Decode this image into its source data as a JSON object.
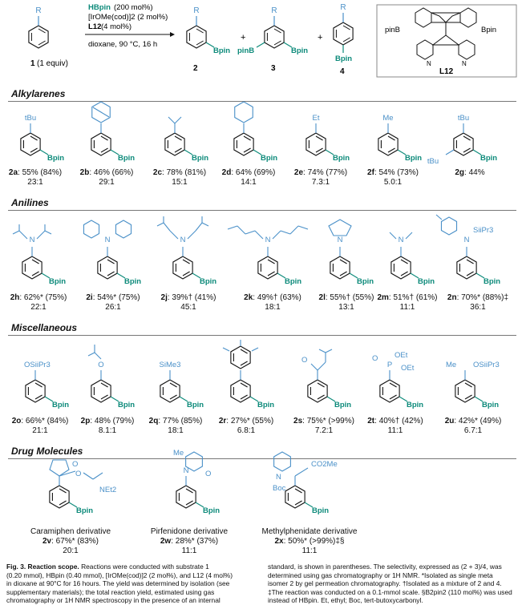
{
  "scheme": {
    "substituent": "R",
    "cond1_reagent": "HBpin",
    "cond1_amount": "(200 mol%)",
    "cond2": "[IrOMe(cod)]2 (2 mol%)",
    "cond3_ligand": "L12",
    "cond3_amount": "(4 mol%)",
    "cond4": "dioxane, 90 °C, 16 h",
    "sm_label": "1",
    "sm_equiv": "(1 equiv)",
    "p2": "2",
    "p3": "3",
    "p4": "4",
    "plus": "+",
    "bpin": "Bpin",
    "pinb": "pinB",
    "ligand": "L12"
  },
  "sections": {
    "alkyl": "Alkylarenes",
    "anilines": "Anilines",
    "misc": "Miscellaneous",
    "drugs": "Drug Molecules"
  },
  "subst": {
    "tbu": "tBu",
    "et": "Et",
    "me": "Me",
    "n": "N",
    "tips": "SiiPr3",
    "otips": "OSiiPr3",
    "o": "O",
    "sime3": "SiMe3",
    "p": "P",
    "oet": "OEt",
    "co2me": "CO2Me",
    "boc": "Boc",
    "net2": "NEt2"
  },
  "compounds": [
    {
      "id": "2a",
      "yield": ": 55% (84%)",
      "ratio": "23:1"
    },
    {
      "id": "2b",
      "yield": ": 46% (66%)",
      "ratio": "29:1"
    },
    {
      "id": "2c",
      "yield": ": 78% (81%)",
      "ratio": "15:1"
    },
    {
      "id": "2d",
      "yield": ": 64% (69%)",
      "ratio": "14:1"
    },
    {
      "id": "2e",
      "yield": ": 74% (77%)",
      "ratio": "7.3:1"
    },
    {
      "id": "2f",
      "yield": ": 54% (73%)",
      "ratio": "5.0:1"
    },
    {
      "id": "2g",
      "yield": ": 44%",
      "ratio": ""
    },
    {
      "id": "2h",
      "yield": ": 62%* (75%)",
      "ratio": "22:1"
    },
    {
      "id": "2i",
      "yield": ": 54%* (75%)",
      "ratio": "26:1"
    },
    {
      "id": "2j",
      "yield": ": 39%† (41%)",
      "ratio": "45:1"
    },
    {
      "id": "2k",
      "yield": ": 49%† (63%)",
      "ratio": "18:1"
    },
    {
      "id": "2l",
      "yield": ": 55%† (55%)",
      "ratio": "13:1"
    },
    {
      "id": "2m",
      "yield": ": 51%† (61%)",
      "ratio": "11:1"
    },
    {
      "id": "2n",
      "yield": ": 70%* (88%)‡",
      "ratio": "36:1"
    },
    {
      "id": "2o",
      "yield": ": 66%* (84%)",
      "ratio": "21:1"
    },
    {
      "id": "2p",
      "yield": ": 48% (79%)",
      "ratio": "8.1:1"
    },
    {
      "id": "2q",
      "yield": ": 77% (85%)",
      "ratio": "18:1"
    },
    {
      "id": "2r",
      "yield": ": 27%* (55%)",
      "ratio": "6.8:1"
    },
    {
      "id": "2s",
      "yield": ": 75%* (>99%)",
      "ratio": "7.2:1"
    },
    {
      "id": "2t",
      "yield": ": 40%† (42%)",
      "ratio": "11:1"
    },
    {
      "id": "2u",
      "yield": ": 42%* (49%)",
      "ratio": "6.7:1"
    },
    {
      "id": "2v",
      "name": "Caramiphen derivative",
      "yield": ": 67%* (83%)",
      "ratio": "20:1"
    },
    {
      "id": "2w",
      "name": "Pirfenidone derivative",
      "yield": ": 28%* (37%)",
      "ratio": "11:1"
    },
    {
      "id": "2x",
      "name": "Methylphenidate derivative",
      "yield": ": 50%* (>99%)‡§",
      "ratio": "11:1"
    }
  ],
  "caption": {
    "fig": "Fig. 3. Reaction scope.",
    "col1": [
      "Reactions were conducted with substrate 1",
      "(0.20 mmol), HBpin (0.40 mmol), [IrOMe(cod)]2 (2 mol%), and L12 (4 mol%)",
      "in dioxane at 90°C for 16 hours. The yield was determined by isolation (see",
      "supplementary materials); the total reaction yield, estimated using gas",
      "chromatography or 1H NMR spectroscopy in the presence of an internal"
    ],
    "col2": [
      "standard, is shown in parentheses. The selectivity, expressed as (2 + 3)/4, was",
      "determined using gas chromatography or 1H NMR. *Isolated as single meta",
      "isomer 2 by gel permeation chromatography. †Isolated as a mixture of 2 and 4.",
      "‡The reaction was conducted on a 0.1-mmol scale. §B2pin2 (110 mol%) was used",
      "instead of HBpin. Et, ethyl; Boc, tert-butoxycarbonyl."
    ]
  },
  "colors": {
    "blue": "#4a90c8",
    "teal": "#0c8a7a",
    "rule": "#777777",
    "text": "#111111"
  }
}
